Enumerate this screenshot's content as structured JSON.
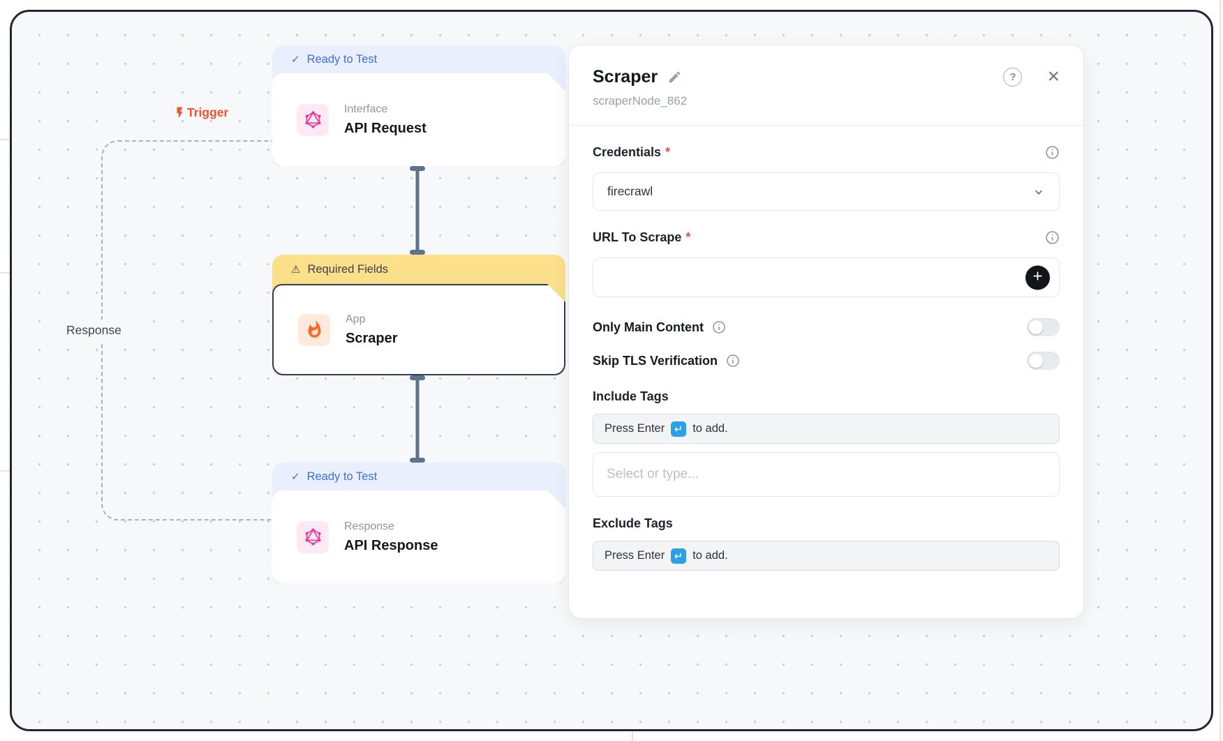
{
  "colors": {
    "ready_badge_text": "#3d6ee0",
    "ready_badge_bg": "#e9effc",
    "warning_badge_bg": "#fbdf8b",
    "warning_badge_text": "#3f3f46",
    "trigger_red": "#f4502f",
    "connector_slate": "#5c7389",
    "enter_key_blue": "#2b9fe8",
    "required_asterisk_red": "#e8503f",
    "plus_button_black": "#141519"
  },
  "icons": {
    "check": "✓",
    "warning": "⚠",
    "close": "×",
    "help": "?",
    "plus": "+",
    "enter": "↵"
  },
  "canvas": {
    "trigger_label": "Trigger",
    "response_label": "Response",
    "nodes": [
      {
        "badge": "Ready to Test",
        "badge_type": "ready",
        "kind": "Interface",
        "title": "API Request",
        "icon": "graphql-icon"
      },
      {
        "badge": "Required Fields",
        "badge_type": "warning",
        "kind": "App",
        "title": "Scraper",
        "icon": "fire-icon",
        "selected": true
      },
      {
        "badge": "Ready to Test",
        "badge_type": "ready",
        "kind": "Response",
        "title": "API Response",
        "icon": "graphql-icon"
      }
    ]
  },
  "panel": {
    "title": "Scraper",
    "subtitle": "scraperNode_862",
    "asterisk": "*",
    "credentials": {
      "label": "Credentials",
      "required": true,
      "value": "firecrawl"
    },
    "url_to_scrape": {
      "label": "URL To Scrape",
      "required": true,
      "value": ""
    },
    "only_main_content": {
      "label": "Only Main Content",
      "enabled": false
    },
    "skip_tls": {
      "label": "Skip TLS Verification",
      "enabled": false
    },
    "include_tags": {
      "label": "Include Tags",
      "hint_before": "Press Enter",
      "hint_after": "to add.",
      "placeholder": "Select or type..."
    },
    "exclude_tags": {
      "label": "Exclude Tags",
      "hint_before": "Press Enter",
      "hint_after": "to add."
    }
  }
}
